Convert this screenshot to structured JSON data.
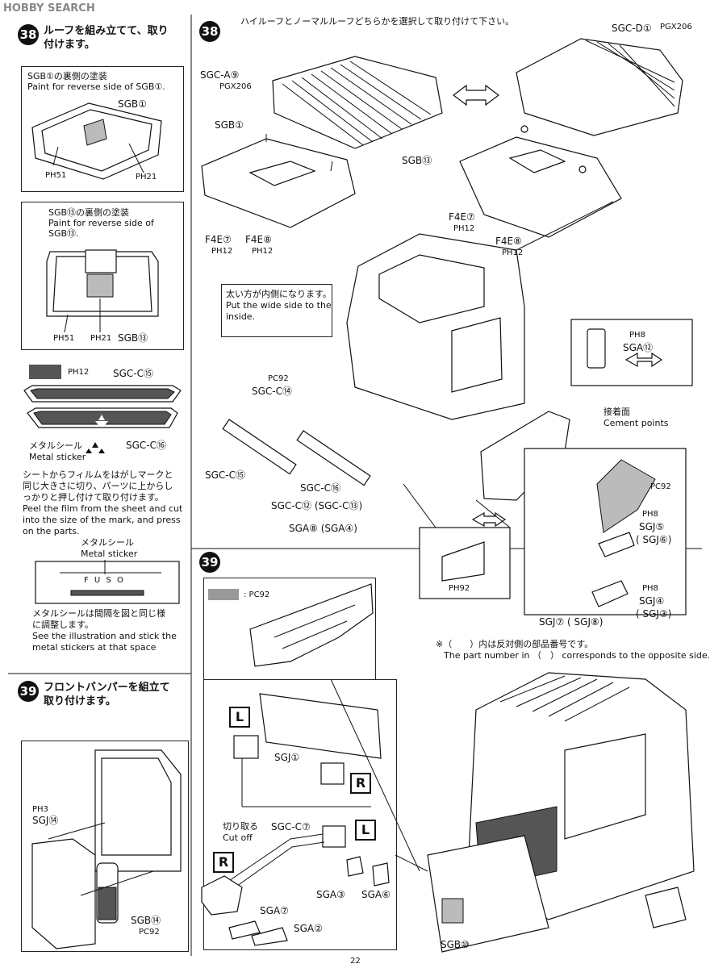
{
  "header": {
    "watermark": "HOBBY SEARCH"
  },
  "left": {
    "step38": {
      "num": "38",
      "title_l1": "ルーフを組み立てて、取り",
      "title_l2": "付けます。"
    },
    "box1": {
      "jp": "SGB①の裏側の塗装",
      "en": "Paint for reverse side of SGB①.",
      "part": "SGB①",
      "c1": "PH51",
      "c2": "PH21"
    },
    "box2": {
      "jp": "SGB⑬の裏側の塗装",
      "en1": "Paint for reverse side of",
      "en2": "SGB⑬.",
      "c1": "PH51",
      "c2": "PH21",
      "part": "SGB⑬"
    },
    "grille": {
      "color": "PH12",
      "part_top": "SGC-C⑮",
      "part_bottom": "SGC-C⑯",
      "sticker_jp": "メタルシール",
      "sticker_en": "Metal sticker"
    },
    "instructions": [
      "シートからフィルムをはがしマークと",
      "同じ大きさに切り、パーツに上からし",
      "っかりと押し付けて取り付けます。",
      "Peel the film from the sheet and cut",
      "into the size of the mark, and press",
      "on the parts."
    ],
    "sticker_label_jp": "メタルシール",
    "sticker_label_en": "Metal sticker",
    "sticker_text": "F U S O",
    "spacing": [
      "メタルシールは間隔を図と同じ様",
      "に調整します。",
      "See the illustration and stick the",
      "metal stickers at that space"
    ],
    "step39": {
      "num": "39",
      "title_l1": "フロントバンパーを組立て",
      "title_l2": "取り付けます。"
    },
    "bottom_box": {
      "color": "PH3",
      "part": "SGJ⑭",
      "part2": "SGB⑭",
      "color2": "PC92"
    }
  },
  "right": {
    "step38": {
      "num": "38",
      "note": "ハイルーフとノーマルルーフどちらかを選択して取り付けて下さい。"
    },
    "labels": {
      "sgca": "SGC-A⑨",
      "pgx1": "PGX206",
      "sgb1": "SGB①",
      "f4e7a": "F4E⑦",
      "f4e8a": "F4E⑧",
      "ph12a": "PH12",
      "ph12b": "PH12",
      "sgcd": "SGC-D①",
      "pgx2": "PGX206",
      "sgb13": "SGB⑬",
      "f4e7b": "F4E⑦",
      "ph12c": "PH12",
      "f4e8b": "F4E⑧",
      "ph12d": "PH12",
      "pc92": "PC92",
      "sgcc14": "SGC-C⑭",
      "sgcc15": "SGC-C⑮",
      "sgcc16": "SGC-C⑯",
      "sgcc12": "SGC-C⑫ (SGC-C⑬)",
      "sga8": "SGA⑧ (SGA④)",
      "ph8a": "PH8",
      "sga12": "SGA⑫",
      "cement_jp": "接着面",
      "cement_en": "Cement points",
      "pc92b": "PC92",
      "ph8b": "PH8",
      "sgj5": "SGJ⑤",
      "sgj6": "( SGJ⑥)",
      "ph8c": "PH8",
      "sgj4": "SGJ④",
      "sgj3": "( SGJ③)",
      "sgj7": "SGJ⑦ ( SGJ⑧)",
      "ph92": "PH92"
    },
    "wide_note": [
      "太い方が内側になります。",
      "Put the wide side to the",
      "inside."
    ],
    "opposite_jp": "※（　　）内は反対側の部品番号です。",
    "opposite_en": "The part number in （　） corresponds to the opposite side.",
    "step39": {
      "num": "39",
      "color_label": ": PC92",
      "L": "L",
      "R": "R",
      "L2": "L",
      "R2": "R",
      "sgj1": "SGJ①",
      "cut_jp": "切り取る",
      "cut_en": "Cut off",
      "sgcc7": "SGC-C⑦",
      "sga3": "SGA③",
      "sga6": "SGA⑥",
      "sga7": "SGA⑦",
      "sga2": "SGA②",
      "sgb10": "SGB⑩"
    }
  },
  "footer": {
    "page": "22"
  }
}
